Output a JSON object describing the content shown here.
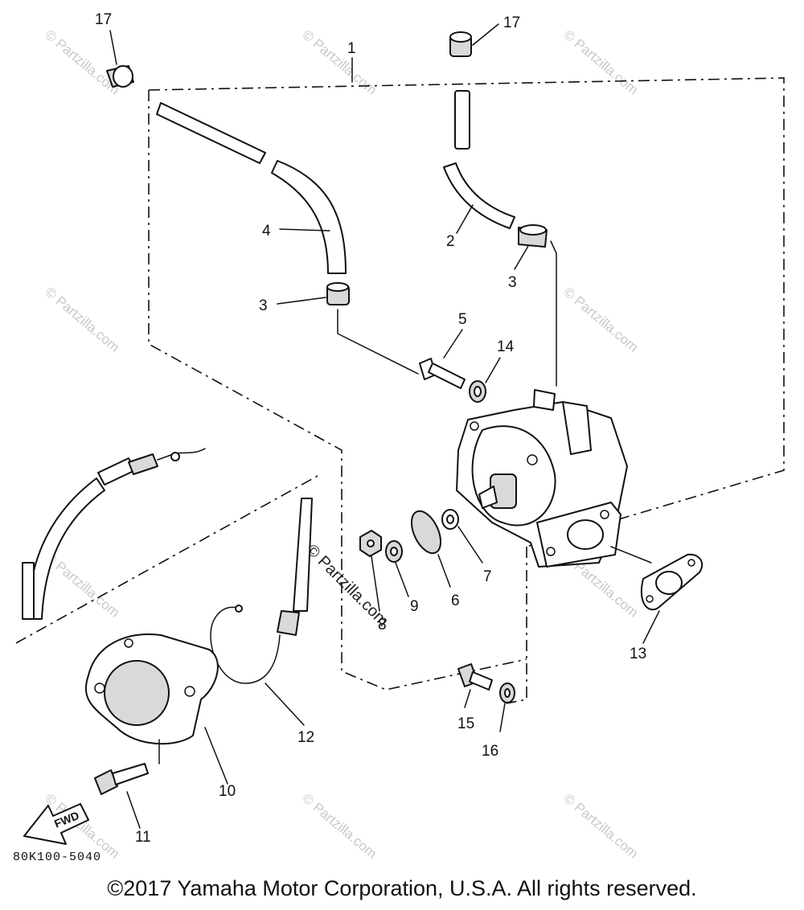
{
  "diagram": {
    "callouts": [
      "1",
      "2",
      "3",
      "3",
      "4",
      "5",
      "6",
      "7",
      "8",
      "9",
      "10",
      "11",
      "12",
      "13",
      "14",
      "15",
      "16",
      "17",
      "17"
    ],
    "forward_arrow_label": "FWD",
    "diagram_code": "80K100-5040",
    "watermark": "© Partzilla.com",
    "copyright": "©2017 Yamaha Motor Corporation, U.S.A. All rights reserved."
  }
}
